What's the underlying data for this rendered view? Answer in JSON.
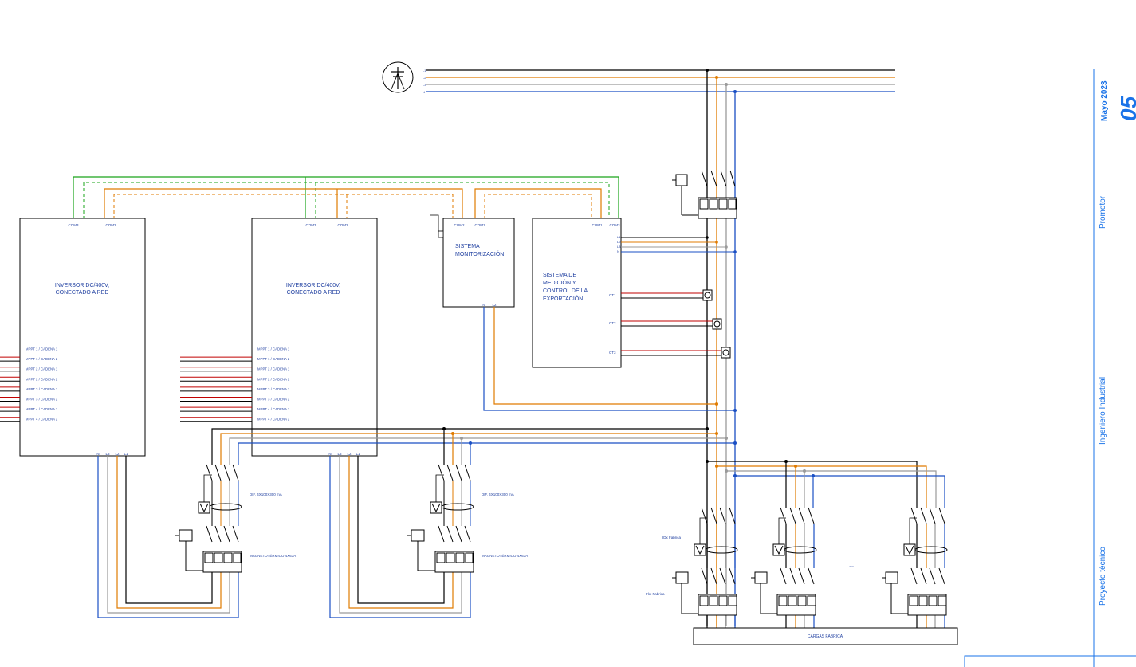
{
  "grid_bus": {
    "phase_labels": [
      "L1",
      "L2",
      "L3",
      "N"
    ]
  },
  "inverters": [
    {
      "title_line1": "INVERSOR DC/400V,",
      "title_line2": "CONECTADO A RED",
      "com_labels": [
        "COM3",
        "COM2"
      ],
      "ac_terminals": [
        "N",
        "L3",
        "L2",
        "L1"
      ],
      "mppt_inputs": [
        "MPPT 1 / CADENA 1",
        "MPPT 1 / CADENA 2",
        "MPPT 2 / CADENA 1",
        "MPPT 2 / CADENA 2",
        "MPPT 3 / CADENA 1",
        "MPPT 3 / CADENA 2",
        "MPPT 4 / CADENA 1",
        "MPPT 4 / CADENA 2"
      ]
    },
    {
      "title_line1": "INVERSOR DC/400V,",
      "title_line2": "CONECTADO A RED",
      "com_labels": [
        "COM3",
        "COM2"
      ],
      "ac_terminals": [
        "N",
        "L3",
        "L2",
        "L1"
      ],
      "mppt_inputs": [
        "MPPT 1 / CADENA 1",
        "MPPT 1 / CADENA 2",
        "MPPT 2 / CADENA 1",
        "MPPT 2 / CADENA 2",
        "MPPT 3 / CADENA 1",
        "MPPT 3 / CADENA 2",
        "MPPT 4 / CADENA 1",
        "MPPT 4 / CADENA 2"
      ]
    }
  ],
  "monitoring": {
    "title_line1": "SISTEMA",
    "title_line2": "MONITORIZACIÓN",
    "com_labels": [
      "COM2",
      "COM1"
    ],
    "power_terminals": [
      "N",
      "L2"
    ]
  },
  "meter": {
    "title_lines": [
      "SISTEMA DE",
      "MEDICIÓN Y",
      "CONTROL DE LA",
      "EXPORTACIÓN"
    ],
    "com_labels": [
      "COM1",
      "COM3"
    ],
    "phase_terminals": [
      "L1",
      "L2",
      "L3",
      "N"
    ],
    "ct_labels": [
      "CT1",
      "CT2",
      "CT3"
    ]
  },
  "protections": {
    "rcd_label": "DIF. 4X100X300 mA",
    "mcb_label": "MAGNETOTÉRMICO 4X63A",
    "factory_rcd_label": "IDx Fabrica",
    "factory_mcb_label": "Fkx Fabrica",
    "ellipsis": "...",
    "loads_label": "CARGAS FÁBRICA"
  },
  "title_block": {
    "date": "Mayo 2023",
    "promoter": "Promotor",
    "engineer": "Ingeniero Industrial",
    "project": "Proyecto técnico",
    "sheet_number": "05"
  },
  "colors": {
    "L1": "#000000",
    "L2": "#e07b00",
    "L3": "#9a9a9a",
    "N": "#1a4fc4",
    "dc_positive": "#c00000",
    "com_green": "#1aa51a",
    "box_text": "#1f3fa0",
    "title_block": "#1a73e8"
  }
}
